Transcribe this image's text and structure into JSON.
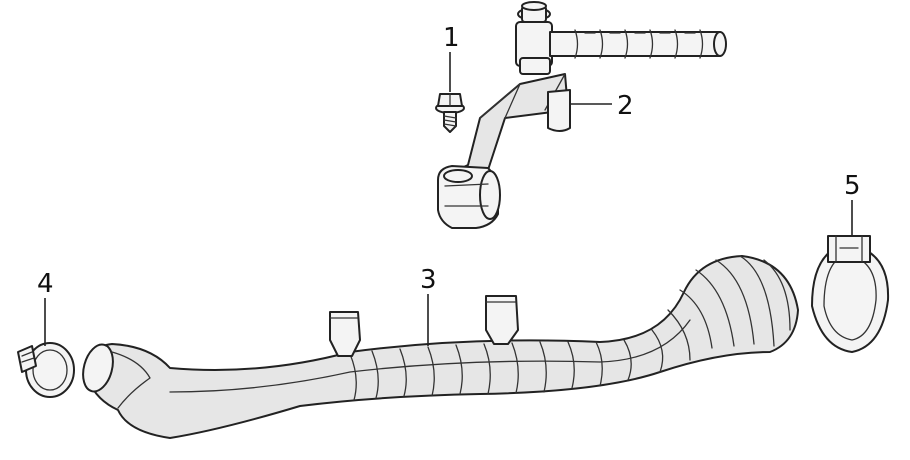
{
  "callouts": {
    "c1": "1",
    "c2": "2",
    "c3": "3",
    "c4": "4",
    "c5": "5"
  },
  "parts": [
    {
      "callout": "1",
      "icon": "flange-bolt-icon"
    },
    {
      "callout": "2",
      "icon": "bracket-with-breather-valve-icon"
    },
    {
      "callout": "3",
      "icon": "corrugated-intake-hose-icon"
    },
    {
      "callout": "4",
      "icon": "hose-clamp-icon"
    },
    {
      "callout": "5",
      "icon": "hose-clamp-icon"
    }
  ],
  "colors": {
    "line": "#222222",
    "fill": "#e6e6e6",
    "background": "#ffffff"
  }
}
